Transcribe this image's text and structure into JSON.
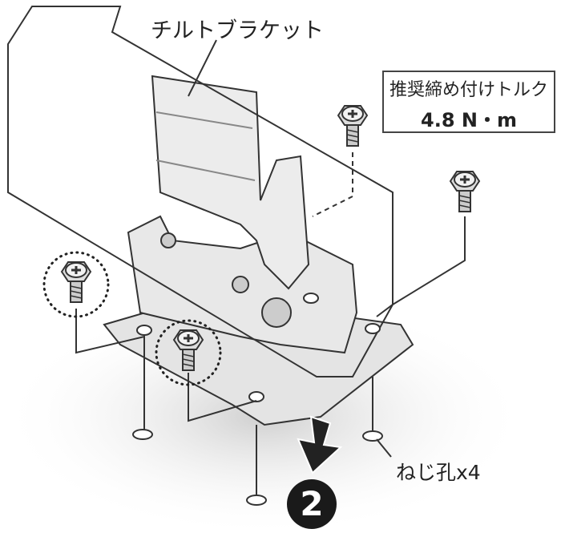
{
  "title": "チルトブラケット",
  "torque": {
    "label": "推奨締め付けトルク",
    "value": "4.8 N・m"
  },
  "holes_label": "ねじ孔x4",
  "step_number": "2"
}
